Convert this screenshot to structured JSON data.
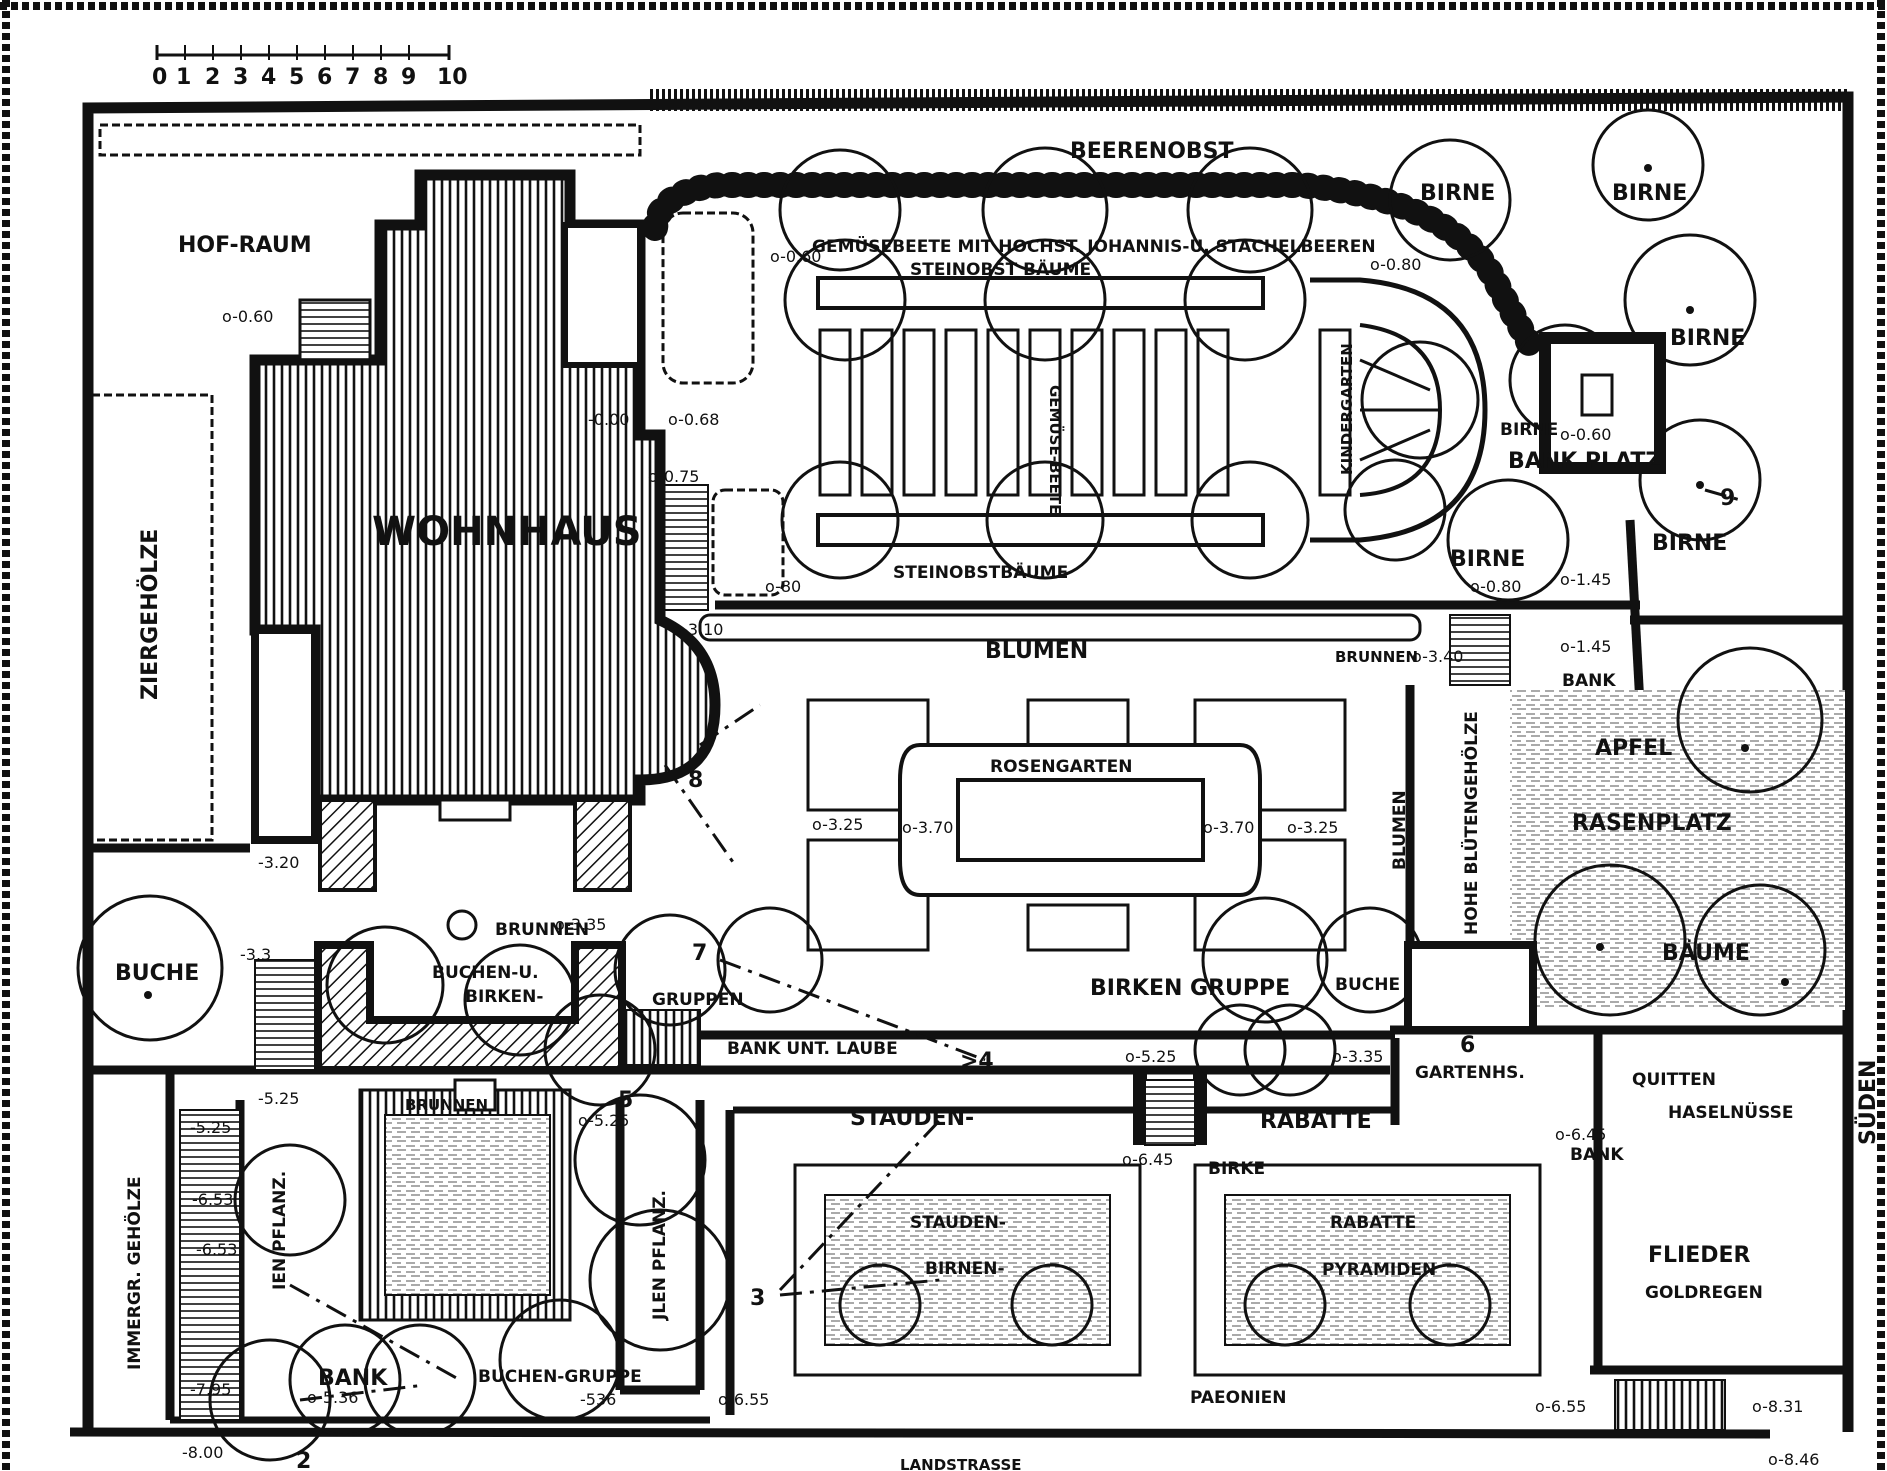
{
  "scale": {
    "ticks": [
      "0",
      "1",
      "2",
      "3",
      "4",
      "5",
      "6",
      "7",
      "8",
      "9",
      "10"
    ]
  },
  "labels": {
    "hof_raum": "HOF-RAUM",
    "wohnhaus": "WOHNHAUS",
    "ziergeholze": "ZIERGEHÖLZE",
    "beerenobst": "BEERENOBST",
    "gemusebeete_line": "GEMÜSEBEETE MIT HOCHST. JOHANNIS-U. STACHELBEEREN",
    "steinobst_top": "STEINOBST BÄUME",
    "steinobst_bottom": "STEINOBSTBÄUME",
    "gemuse_beete": "GEMÜSE-BEETE",
    "kindergarten": "KINDERGARTEN",
    "birne_1": "BIRNE",
    "birne_2": "BIRNE",
    "birne_3": "BIRNE",
    "birne_4": "BIRNE",
    "birne_5": "BIRNE",
    "birne_6": "BIRNE",
    "bank_platz": "BANK PLATZ",
    "blumen_1": "BLUMEN",
    "blumen_2": "BLUMEN",
    "brunnen_1": "BRUNNEN",
    "brunnen_2": "BRUNNEN",
    "brunnen_3": "BRUNNEN",
    "bank_1": "BANK",
    "bank_2": "BANK",
    "bank_3": "BANK",
    "apfel": "APFEL",
    "rasenplatz": "RASENPLATZ",
    "baume": "BÄUME",
    "hohe_blutengeholze": "HOHE BLÜTENGEHÖLZE",
    "rosengarten": "ROSENGARTEN",
    "buche_1": "BUCHE",
    "buche_2": "BUCHE",
    "buchen_u": "BUCHEN-U.",
    "birken": "BIRKEN-",
    "gruppen": "GRUPPEN",
    "birken_gruppe": "BIRKEN GRUPPE",
    "bank_unt_laube": "BANK UNT. LAUBE",
    "gartenhs": "GARTENHS.",
    "quitten": "QUITTEN",
    "haselnusse": "HASELNÜSSE",
    "flieder": "FLIEDER",
    "goldregen": "GOLDREGEN",
    "immergr": "IMMERGR. GEHÖLZE",
    "pflanz_1": "IEN PFLANZ.",
    "pflanz_2": "JLEN PFLANZ.",
    "stauden": "STAUDEN-",
    "rabatte_1": "RABATTE",
    "birke": "BIRKE",
    "stauden_2": "STAUDEN-",
    "birnen": "BIRNEN-",
    "rabatte_2": "RABATTE",
    "pyramiden": "PYRAMIDEN",
    "buchen_gruppe": "BUCHEN-GRUPPE",
    "paeonien": "PAEONIEN",
    "landstrasse": "LANDSTRASSE",
    "suden": "SÜDEN"
  },
  "levels": {
    "l_0_60_a": "o-0.60",
    "l_0_60_b": "o-0.60",
    "l_0_80_a": "o-0.80",
    "l_0_00": "-0.00",
    "l_0_68": "o-0.68",
    "l_0_75": "o-0.75",
    "l_0_80_b": "o-80",
    "l_3_10": "o-3.10",
    "l_0_60_c": "o-0.60",
    "l_0_80_c": "o-0.80",
    "l_1_45_a": "o-1.45",
    "l_1_45_b": "o-1.45",
    "l_3_40": "o-3.40",
    "l_3_25_a": "o-3.25",
    "l_3_70_a": "o-3.70",
    "l_3_70_b": "o-3.70",
    "l_3_25_b": "o-3.25",
    "l_3_20": "-3.20",
    "l_3_35_a": "o-3.35",
    "l_3_35_b": "o-3.35",
    "l_3_3": "-3.3",
    "l_5_25_a": "o-5.25",
    "l_5_25_b": "-5.25",
    "l_5_25_c": "-5.25",
    "l_5_25_d": "o-5.25",
    "l_6_53_a": "-6.53",
    "l_6_53_b": "-6.53",
    "l_6_45_a": "o-6.45",
    "l_6_45_b": "o-6.45",
    "l_5_36_a": "o-5.36",
    "l_5_36_b": "-536",
    "l_6_55_a": "o-6.55",
    "l_6_55_b": "o-6.55",
    "l_7_95": "-7.95",
    "l_8_00": "-8.00",
    "l_8_31": "o-8.31",
    "l_8_46": "o-8.46"
  },
  "viewpoints": {
    "v2": "2",
    "v3": "3",
    "v4": ">4",
    "v5": "5",
    "v6": "6",
    "v7": "7",
    "v8": "8",
    "v9": "9"
  }
}
